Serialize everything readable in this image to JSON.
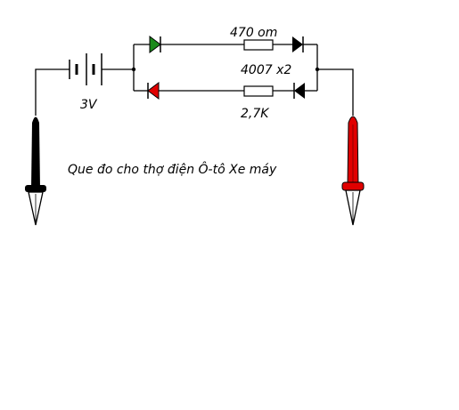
{
  "labels": {
    "battery_voltage": "3V",
    "top_resistor": "470 om",
    "diode_spec": "4007 x2",
    "bottom_resistor": "2,7K",
    "caption": "Que đo cho thợ điện Ô-tô Xe máy"
  },
  "colors": {
    "wire": "#000000",
    "led_top": "#1a8a1a",
    "led_bottom": "#e00000",
    "probe_black": "#000000",
    "probe_red": "#e00000",
    "tip_fill": "#ffffff"
  }
}
